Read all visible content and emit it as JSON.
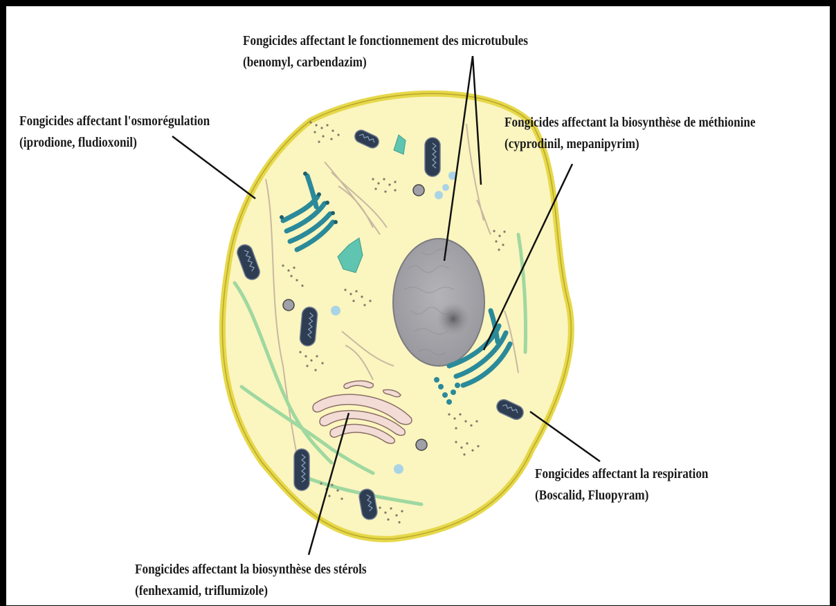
{
  "labels": {
    "microtubules": {
      "title": "Fongicides affectant le fonctionnement des microtubules",
      "examples": "(benomyl, carbendazim)"
    },
    "osmoregulation": {
      "title": "Fongicides affectant l'osmorégulation",
      "examples": "(iprodione, fludioxonil)"
    },
    "methionine": {
      "title": "Fongicides affectant la biosynthèse de méthionine",
      "examples": "(cyprodinil, mepanipyrim)"
    },
    "respiration": {
      "title": "Fongicides affectant la respiration",
      "examples": "(Boscalid, Fluopyram)"
    },
    "sterols": {
      "title": "Fongicides affectant la biosynthèse des stérols",
      "examples": "(fenhexamid, triflumizole)"
    }
  },
  "colors": {
    "frame": "#000000",
    "cell_wall": "#e6d84a",
    "cytoplasm": "#fbf5bf",
    "nucleus": "#9e9ea4",
    "nucleolus": "#6b6b70",
    "mitochondria": "#2f3d52",
    "endoplasmic_reticulum": "#2a8a9a",
    "golgi": "#f3dcd6",
    "microtubules": "#c8b8a2",
    "filaments": "#9fd8a0",
    "vacuoles": "#a9d4e6"
  }
}
